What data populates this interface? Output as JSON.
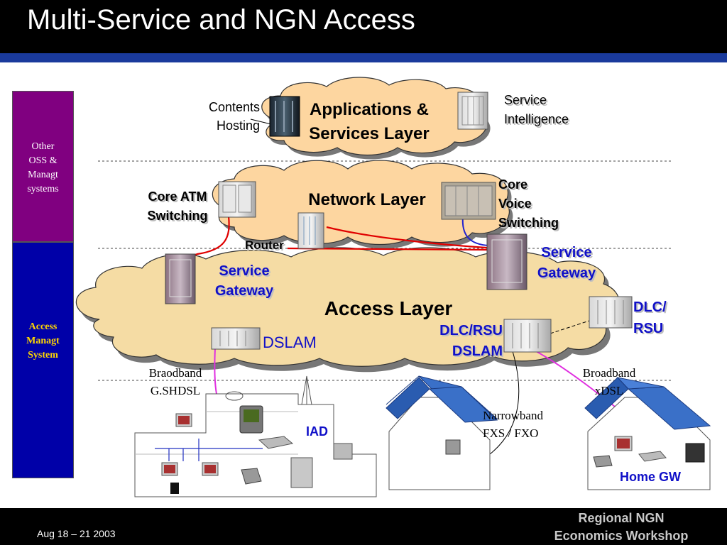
{
  "title": "Multi-Service and NGN Access",
  "footer": {
    "date": "Aug 18 – 21 2003",
    "event_line1": "Regional NGN",
    "event_line2": "Economics Workshop"
  },
  "sidebar": {
    "top": [
      "Other",
      "OSS &",
      "Managt",
      "systems"
    ],
    "bottom": [
      "Access",
      "Managt",
      "System"
    ],
    "top_color": "#800080",
    "bottom_color": "#0000a8"
  },
  "layers": {
    "applications": [
      "Applications &",
      "Services Layer"
    ],
    "network": "Network Layer",
    "access": "Access Layer"
  },
  "labels": {
    "contents_hosting": [
      "Contents",
      "Hosting"
    ],
    "service_intelligence": [
      "Service",
      "Intelligence"
    ],
    "core_atm": [
      "Core ATM",
      "Switching"
    ],
    "core_voice": [
      "Core",
      "Voice",
      "Switching"
    ],
    "router": "Router",
    "service_gateway_left": [
      "Service",
      "Gateway"
    ],
    "service_gateway_right": [
      "Service",
      "Gateway"
    ],
    "dslam": "DSLAM",
    "dlc_rsu_dslam": [
      "DLC/RSU",
      "DSLAM"
    ],
    "dlc_rsu": [
      "DLC/",
      "RSU"
    ],
    "broadband_gshdsl": [
      "Braodband",
      "G.SHDSL"
    ],
    "broadband_xdsl": [
      "Broadband",
      "xDSL"
    ],
    "narrowband": [
      "Narrowband",
      "FXS / FXO"
    ],
    "iad": "IAD",
    "home_gw": "Home GW"
  },
  "colors": {
    "cloud_fill": "#fdd6a0",
    "access_cloud_fill": "#f5dca4",
    "header_bar": "#1a3a9c",
    "label_blue": "#1010c8",
    "link_red": "#e00000",
    "link_magenta": "#e030e0"
  }
}
